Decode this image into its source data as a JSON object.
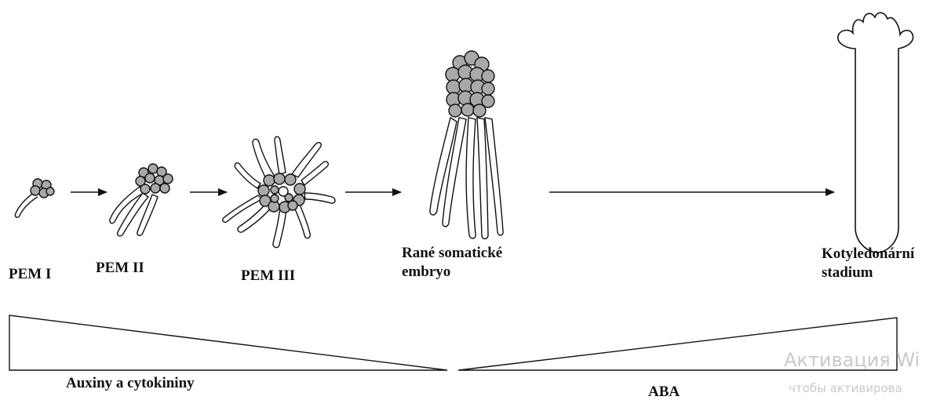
{
  "stages": [
    {
      "id": "pem1",
      "label_lines": [
        "PEM I"
      ]
    },
    {
      "id": "pem2",
      "label_lines": [
        "PEM II"
      ]
    },
    {
      "id": "pem3",
      "label_lines": [
        "PEM III"
      ]
    },
    {
      "id": "early",
      "label_lines": [
        "Rané somatické",
        "embryo"
      ]
    },
    {
      "id": "cotyledonary",
      "label_lines": [
        "Kotyledonární",
        "stadium"
      ]
    }
  ],
  "gradients": {
    "left_label": "Auxiny a cytokininy",
    "right_label": "ABA"
  },
  "watermark": {
    "line1": "Активация Wi",
    "line2": "чтобы активирова"
  },
  "colors": {
    "cell_fill": "#a9a9a9",
    "stroke": "#111111",
    "watermark": "#c9c9c9"
  }
}
